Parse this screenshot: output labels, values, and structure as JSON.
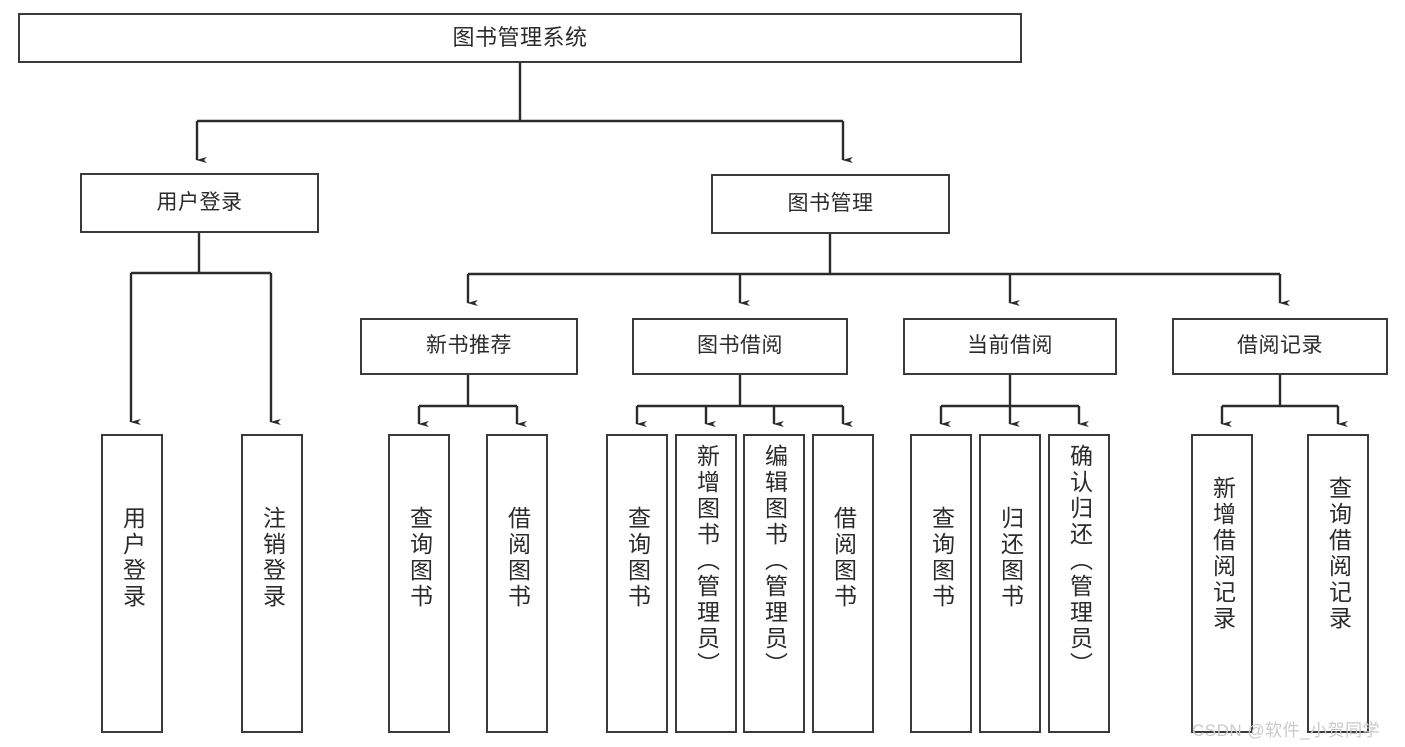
{
  "diagram": {
    "title": "图书管理系统",
    "type": "hierarchical-tree",
    "colors": {
      "box_border": "#3a3a3a",
      "box_fill": "#ffffff",
      "text": "#2b2b2b",
      "edge": "#2b2b2b",
      "watermark": "#c9c9c9"
    },
    "nodes": {
      "root": {
        "label": "图书管理系统"
      },
      "level2": [
        {
          "id": "user-login",
          "label": "用户登录"
        },
        {
          "id": "book-management",
          "label": "图书管理"
        }
      ],
      "level3": [
        {
          "id": "new-book-recommend",
          "label": "新书推荐"
        },
        {
          "id": "book-borrow",
          "label": "图书借阅"
        },
        {
          "id": "current-borrow",
          "label": "当前借阅"
        },
        {
          "id": "borrow-record",
          "label": "借阅记录"
        }
      ],
      "leaves": {
        "user_login": [
          {
            "id": "leaf-user-login",
            "label": "用户登录"
          },
          {
            "id": "leaf-logout",
            "label": "注销登录"
          }
        ],
        "new_book_recommend": [
          {
            "id": "leaf-query-book-1",
            "label": "查询图书"
          },
          {
            "id": "leaf-borrow-book-1",
            "label": "借阅图书"
          }
        ],
        "book_borrow": [
          {
            "id": "leaf-query-book-2",
            "label": "查询图书"
          },
          {
            "id": "leaf-add-book",
            "label": "新增图书（管理员）"
          },
          {
            "id": "leaf-edit-book",
            "label": "编辑图书（管理员）"
          },
          {
            "id": "leaf-borrow-book-2",
            "label": "借阅图书"
          }
        ],
        "current_borrow": [
          {
            "id": "leaf-query-book-3",
            "label": "查询图书"
          },
          {
            "id": "leaf-return-book",
            "label": "归还图书"
          },
          {
            "id": "leaf-confirm-return",
            "label": "确认归还（管理员）"
          }
        ],
        "borrow_record": [
          {
            "id": "leaf-add-record",
            "label": "新增借阅记录"
          },
          {
            "id": "leaf-query-record",
            "label": "查询借阅记录"
          }
        ]
      }
    }
  },
  "watermark": {
    "text": "CSDN @软件_小贺同学"
  }
}
